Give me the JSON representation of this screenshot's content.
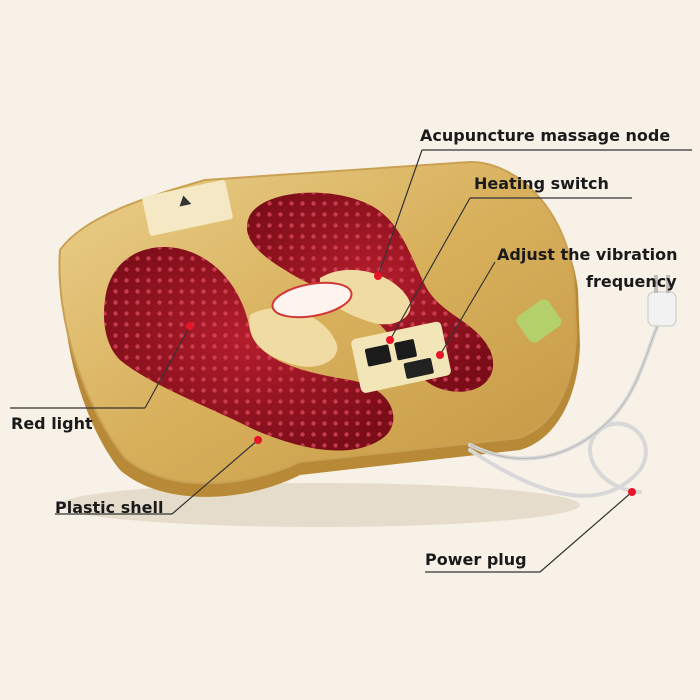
{
  "labels": {
    "acupuncture": "Acupuncture massage node",
    "heating": "Heating switch",
    "vibration_line1": "Adjust the vibration",
    "vibration_line2": "frequency",
    "red_light": "Red light",
    "plastic_shell": "Plastic shell",
    "power_plug": "Power plug"
  },
  "colors": {
    "background": "#f7f1e7",
    "shell": "#d9b25f",
    "shell_edge": "#b88a38",
    "foot_pad": "#9a1422",
    "leader_line": "#333333",
    "marker": "#e8142a"
  }
}
